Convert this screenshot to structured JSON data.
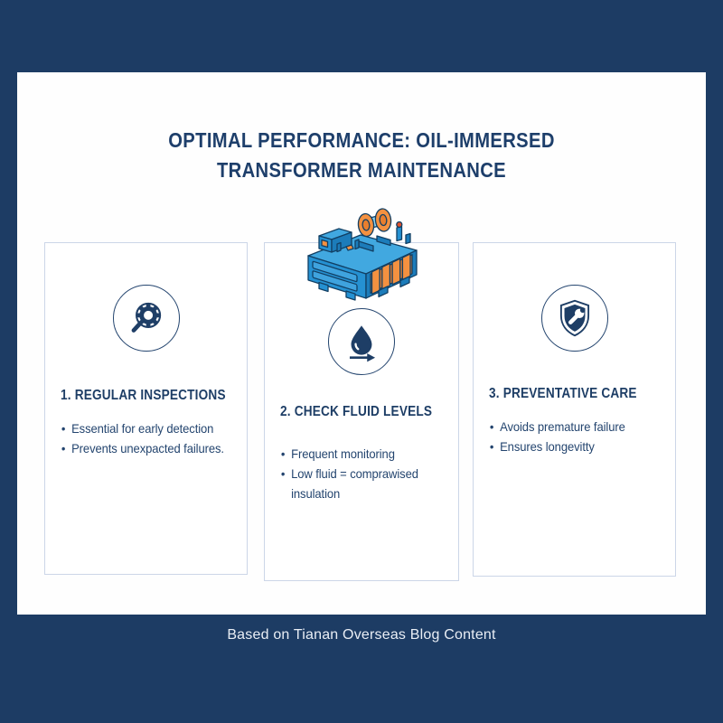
{
  "colors": {
    "background": "#1d3c64",
    "panel": "#fefefe",
    "navy_text": "#1e3e66",
    "card_border": "#ccd6e8",
    "footer_text": "#e9eef5",
    "transformer_blue": "#2591d2",
    "transformer_orange": "#f49140"
  },
  "header": {
    "title_line1": "OPTIMAL PERFORMANCE: OIL-IMMERSED",
    "title_line2": "TRANSFORMER MAINTENANCE"
  },
  "illustration": {
    "name": "oil-immersed-transformer-isometric"
  },
  "cards": [
    {
      "icon": "gear-magnifier-icon",
      "title": "1. REGULAR INSPECTIONS",
      "bullets": [
        "Essential for early detection",
        "Prevents unexpacted failures."
      ]
    },
    {
      "icon": "fluid-drop-arrow-icon",
      "title": "2. CHECK FLUID LEVELS",
      "bullets": [
        "Frequent monitoring",
        "Low fluid = comprawised insulation"
      ]
    },
    {
      "icon": "shield-wrench-icon",
      "title": "3. PREVENTATIVE CARE",
      "bullets": [
        "Avoids premature failure",
        "Ensures longevitty"
      ]
    }
  ],
  "footer": {
    "text": "Based on Tianan Overseas Blog Content"
  }
}
